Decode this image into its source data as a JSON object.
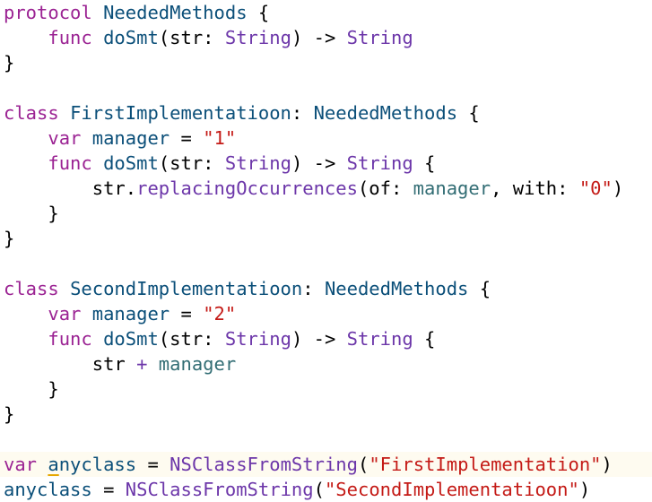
{
  "editor": {
    "highlight_color": "#fefbf0",
    "warning_color": "#e6a700",
    "lines": [
      {
        "tokens": [
          {
            "t": "protocol",
            "k": "keyword"
          },
          {
            "t": " ",
            "k": "plain"
          },
          {
            "t": "NeededMethods",
            "k": "type-decl"
          },
          {
            "t": " {",
            "k": "plain"
          }
        ]
      },
      {
        "tokens": [
          {
            "t": "    ",
            "k": "plain"
          },
          {
            "t": "func",
            "k": "keyword"
          },
          {
            "t": " ",
            "k": "plain"
          },
          {
            "t": "doSmt",
            "k": "type-decl"
          },
          {
            "t": "(str: ",
            "k": "plain"
          },
          {
            "t": "String",
            "k": "type"
          },
          {
            "t": ") -> ",
            "k": "plain"
          },
          {
            "t": "String",
            "k": "type"
          }
        ]
      },
      {
        "tokens": [
          {
            "t": "}",
            "k": "plain"
          }
        ]
      },
      {
        "tokens": []
      },
      {
        "tokens": [
          {
            "t": "class",
            "k": "keyword"
          },
          {
            "t": " ",
            "k": "plain"
          },
          {
            "t": "FirstImplementatioon",
            "k": "type-decl"
          },
          {
            "t": ": ",
            "k": "plain"
          },
          {
            "t": "NeededMethods",
            "k": "type-decl"
          },
          {
            "t": " {",
            "k": "plain"
          }
        ]
      },
      {
        "tokens": [
          {
            "t": "    ",
            "k": "plain"
          },
          {
            "t": "var",
            "k": "keyword"
          },
          {
            "t": " ",
            "k": "plain"
          },
          {
            "t": "manager",
            "k": "type-decl"
          },
          {
            "t": " = ",
            "k": "plain"
          },
          {
            "t": "\"1\"",
            "k": "string"
          }
        ]
      },
      {
        "tokens": [
          {
            "t": "    ",
            "k": "plain"
          },
          {
            "t": "func",
            "k": "keyword"
          },
          {
            "t": " ",
            "k": "plain"
          },
          {
            "t": "doSmt",
            "k": "type-decl"
          },
          {
            "t": "(str: ",
            "k": "plain"
          },
          {
            "t": "String",
            "k": "type"
          },
          {
            "t": ") -> ",
            "k": "plain"
          },
          {
            "t": "String",
            "k": "type"
          },
          {
            "t": " {",
            "k": "plain"
          }
        ]
      },
      {
        "tokens": [
          {
            "t": "        str.",
            "k": "plain"
          },
          {
            "t": "replacingOccurrences",
            "k": "type"
          },
          {
            "t": "(of: ",
            "k": "plain"
          },
          {
            "t": "manager",
            "k": "property"
          },
          {
            "t": ", with: ",
            "k": "plain"
          },
          {
            "t": "\"0\"",
            "k": "string"
          },
          {
            "t": ")",
            "k": "plain"
          }
        ]
      },
      {
        "tokens": [
          {
            "t": "    }",
            "k": "plain"
          }
        ]
      },
      {
        "tokens": [
          {
            "t": "}",
            "k": "plain"
          }
        ]
      },
      {
        "tokens": []
      },
      {
        "tokens": [
          {
            "t": "class",
            "k": "keyword"
          },
          {
            "t": " ",
            "k": "plain"
          },
          {
            "t": "SecondImplementatioon",
            "k": "type-decl"
          },
          {
            "t": ": ",
            "k": "plain"
          },
          {
            "t": "NeededMethods",
            "k": "type-decl"
          },
          {
            "t": " {",
            "k": "plain"
          }
        ]
      },
      {
        "tokens": [
          {
            "t": "    ",
            "k": "plain"
          },
          {
            "t": "var",
            "k": "keyword"
          },
          {
            "t": " ",
            "k": "plain"
          },
          {
            "t": "manager",
            "k": "type-decl"
          },
          {
            "t": " = ",
            "k": "plain"
          },
          {
            "t": "\"2\"",
            "k": "string"
          }
        ]
      },
      {
        "tokens": [
          {
            "t": "    ",
            "k": "plain"
          },
          {
            "t": "func",
            "k": "keyword"
          },
          {
            "t": " ",
            "k": "plain"
          },
          {
            "t": "doSmt",
            "k": "type-decl"
          },
          {
            "t": "(str: ",
            "k": "plain"
          },
          {
            "t": "String",
            "k": "type"
          },
          {
            "t": ") -> ",
            "k": "plain"
          },
          {
            "t": "String",
            "k": "type"
          },
          {
            "t": " {",
            "k": "plain"
          }
        ]
      },
      {
        "tokens": [
          {
            "t": "        str ",
            "k": "plain"
          },
          {
            "t": "+",
            "k": "type"
          },
          {
            "t": " ",
            "k": "plain"
          },
          {
            "t": "manager",
            "k": "property"
          }
        ]
      },
      {
        "tokens": [
          {
            "t": "    }",
            "k": "plain"
          }
        ]
      },
      {
        "tokens": [
          {
            "t": "}",
            "k": "plain"
          }
        ]
      },
      {
        "tokens": []
      },
      {
        "highlighted": true,
        "tokens": [
          {
            "t": "var",
            "k": "keyword"
          },
          {
            "t": " ",
            "k": "plain"
          },
          {
            "t": "a",
            "k": "type-decl",
            "warn": true
          },
          {
            "t": "nyclass",
            "k": "type-decl"
          },
          {
            "t": " = ",
            "k": "plain"
          },
          {
            "t": "NSClassFromString",
            "k": "type"
          },
          {
            "t": "(",
            "k": "plain"
          },
          {
            "t": "\"FirstImplementation\"",
            "k": "string"
          },
          {
            "t": ")",
            "k": "plain"
          }
        ]
      },
      {
        "tokens": [
          {
            "t": "anyclass",
            "k": "type-decl"
          },
          {
            "t": " = ",
            "k": "plain"
          },
          {
            "t": "NSClassFromString",
            "k": "type"
          },
          {
            "t": "(",
            "k": "plain"
          },
          {
            "t": "\"SecondImplementatioon\"",
            "k": "string"
          },
          {
            "t": ")",
            "k": "plain"
          }
        ]
      }
    ]
  }
}
